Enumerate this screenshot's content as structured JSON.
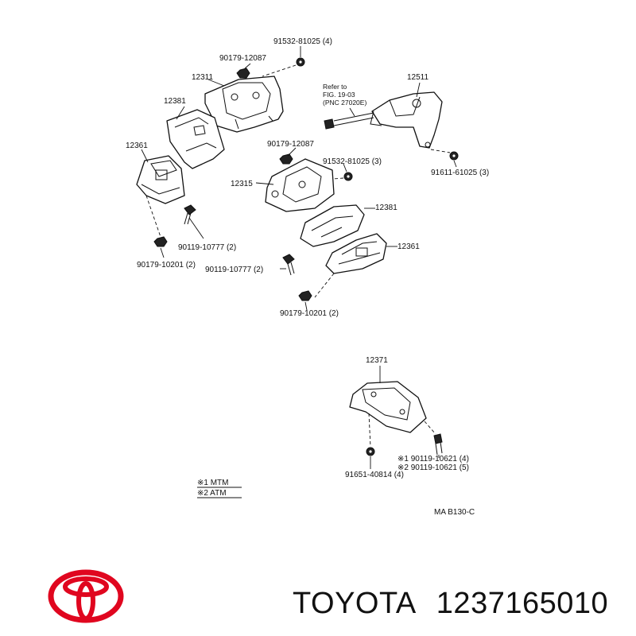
{
  "labels": {
    "p_91532_top": "91532-81025 (4)",
    "p_90179_12087_top": "90179-12087",
    "p_12311": "12311",
    "p_12381_left": "12381",
    "p_12361_left": "12361",
    "p_90119_10777_left": "90119-10777 (2)",
    "p_90179_10201_left": "90179-10201 (2)",
    "refer_1": "Refer to",
    "refer_2": "FIG. 19-03",
    "refer_3": "(PNC 27020E)",
    "p_12511": "12511",
    "p_91611": "91611-61025 (3)",
    "p_90179_12087_mid": "90179-12087",
    "p_91532_mid": "91532-81025 (3)",
    "p_12315": "12315",
    "p_12381_right": "12381",
    "p_12361_right": "12361",
    "p_90119_10777_mid": "90119-10777 (2)",
    "p_90179_10201_mid": "90179-10201 (2)",
    "p_12371": "12371",
    "p_90119_10621_1": "※1 90119-10621 (4)",
    "p_90119_10621_2": "※2 90119-10621 (5)",
    "p_91651": "91651-40814 (4)",
    "legend_1": "※1 MTM",
    "legend_2": "※2 ATM",
    "drawing_code": "MA  B130-C"
  },
  "footer": {
    "brand": "TOYOTA",
    "part_number": "1237165010"
  },
  "colors": {
    "logo_red": "#e0061f",
    "ink": "#111111"
  },
  "icons": {
    "logo": "toyota-logo-icon",
    "bolt": "bolt-icon",
    "nut": "nut-icon",
    "washer": "washer-icon"
  }
}
